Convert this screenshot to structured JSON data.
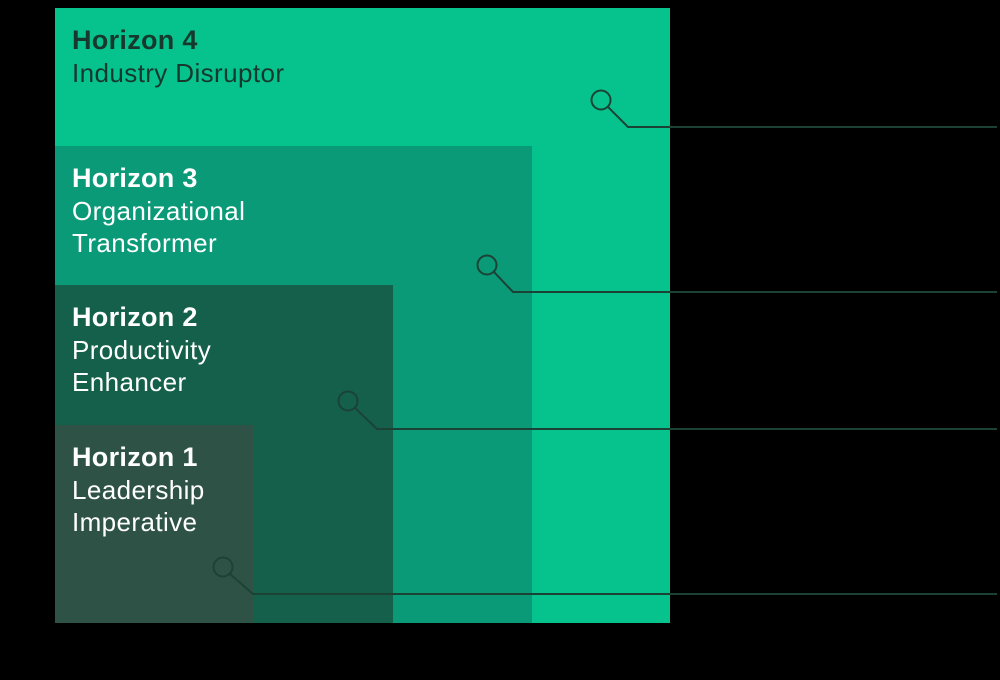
{
  "colors": {
    "background": "#000000",
    "callout_line": "#1C4236"
  },
  "horizons": [
    {
      "title": "Horizon 4",
      "subtitle": "Industry Disruptor",
      "fill": "#06C38E",
      "text_color": "#16382D"
    },
    {
      "title": "Horizon 3",
      "subtitle": "Organizational\nTransformer",
      "fill": "#0A9A78",
      "text_color": "#FFFFFF"
    },
    {
      "title": "Horizon 2",
      "subtitle": "Productivity\nEnhancer",
      "fill": "#14604A",
      "text_color": "#FFFFFF"
    },
    {
      "title": "Horizon 1",
      "subtitle": "Leadership\nImperative",
      "fill": "#2E5246",
      "text_color": "#FFFFFF"
    }
  ]
}
